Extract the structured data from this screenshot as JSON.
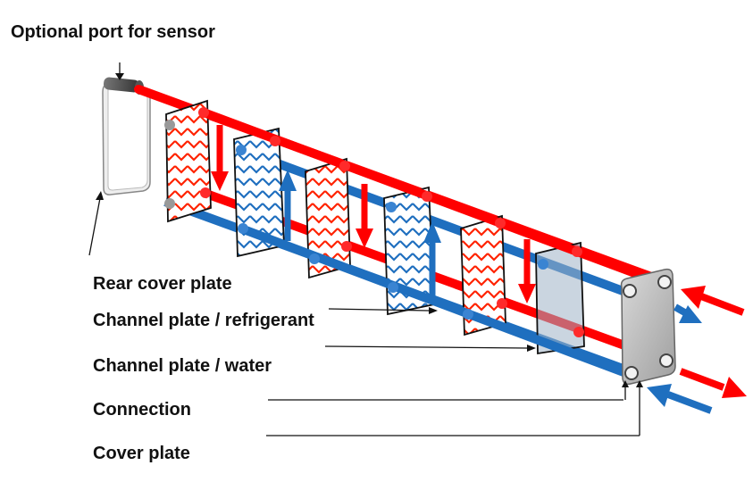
{
  "diagram": {
    "title": "",
    "labels": {
      "optional_port": "Optional port for sensor",
      "rear_cover_plate": "Rear cover plate",
      "channel_plate_refrigerant": "Channel plate / refrigerant",
      "channel_plate_water": "Channel plate / water",
      "connection": "Connection",
      "cover_plate": "Cover plate"
    },
    "colors": {
      "refrigerant": "#ff0000",
      "water": "#1f6fbf",
      "plate_outline": "#111111",
      "cover_plate_fill": "#b9b9b9",
      "rear_cover_fill": "#ffffff"
    },
    "icons": [
      "sensor-port-icon",
      "flow-arrow-icon"
    ]
  }
}
